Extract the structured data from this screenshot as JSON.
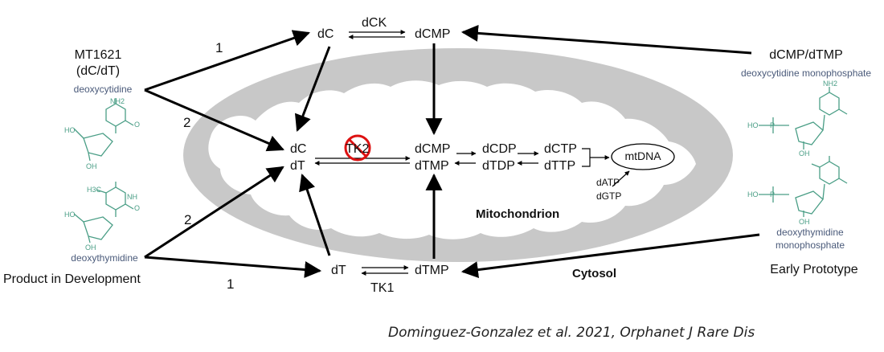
{
  "left": {
    "drug": "MT1621",
    "drug_sub": "(dC/dT)",
    "compound1": "deoxycytidine",
    "compound2": "deoxythymidine",
    "caption": "Product in Development",
    "pathway_1_top": "1",
    "pathway_2_top": "2",
    "pathway_2_bottom": "2",
    "pathway_1_bottom": "1"
  },
  "right": {
    "drug": "dCMP/dTMP",
    "compound1": "deoxycytidine monophosphate",
    "compound2_line1": "deoxythymidine",
    "compound2_line2": "monophosphate",
    "caption": "Early Prototype"
  },
  "top_cytosol": {
    "dC": "dC",
    "enzyme": "dCK",
    "dCMP": "dCMP"
  },
  "bottom_cytosol": {
    "dT": "dT",
    "enzyme": "TK1",
    "dTMP": "dTMP"
  },
  "mito": {
    "dC": "dC",
    "dT": "dT",
    "enzyme": "TK2",
    "dCMP": "dCMP",
    "dTMP": "dTMP",
    "dCDP": "dCDP",
    "dTDP": "dTDP",
    "dCTP": "dCTP",
    "dTTP": "dTTP",
    "mtDNA": "mtDNA",
    "dATP": "dATP",
    "dGTP": "dGTP",
    "label": "Mitochondrion"
  },
  "cytosol_label": "Cytosol",
  "citation": "Dominguez-Gonzalez et al. 2021, Orphanet J Rare Dis",
  "structure_labels": {
    "nh2": "NH2",
    "h3c": "H3C",
    "nh": "NH",
    "n": "N",
    "o": "O",
    "ho": "HO",
    "oh": "OH",
    "p": "P"
  },
  "colors": {
    "mito_fill": "#c8c8c8",
    "structure": "#4a9e86",
    "inhibit": "#dd1111"
  }
}
